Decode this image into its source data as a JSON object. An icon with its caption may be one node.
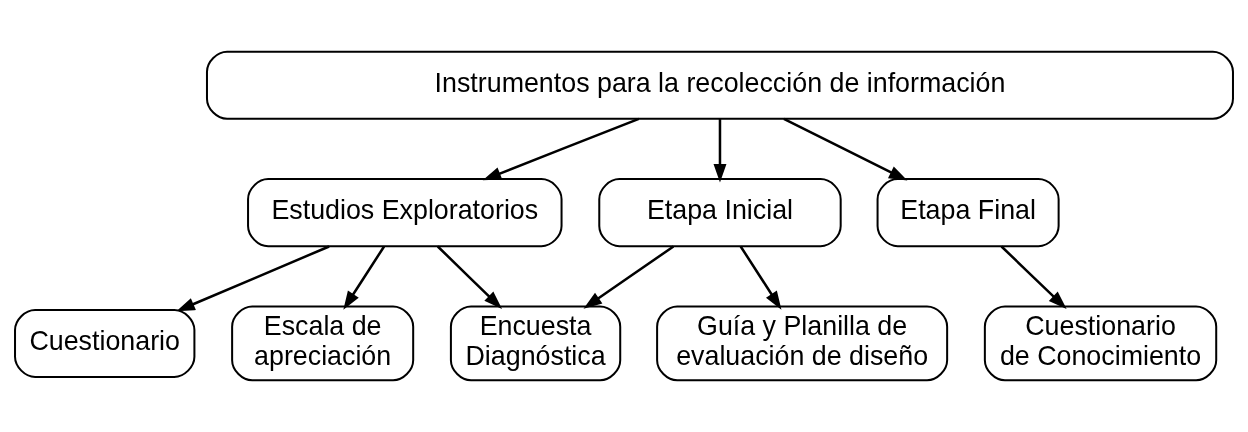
{
  "diagram": {
    "nodes": [
      {
        "text": [
          "Instrumentos para la recolección de información"
        ]
      },
      {
        "text": [
          "Estudios Exploratorios"
        ]
      },
      {
        "text": [
          "Etapa Inicial"
        ]
      },
      {
        "text": [
          "Etapa Final"
        ]
      },
      {
        "text": [
          "Cuestionario"
        ]
      },
      {
        "text": [
          "Escala de apreciación"
        ]
      },
      {
        "text": [
          "Encuesta Diagnóstica"
        ]
      },
      {
        "text": [
          "Guía y Planilla de evaluación de diseño"
        ]
      },
      {
        "text": [
          "Cuestionario de Conocimiento"
        ]
      }
    ],
    "edges": [
      {
        "from": 0,
        "to": 1,
        "arrow": "to"
      },
      {
        "from": 0,
        "to": 2,
        "arrow": "to"
      },
      {
        "from": 0,
        "to": 3,
        "arrow": "to"
      },
      {
        "from": 1,
        "to": 4,
        "arrow": "to"
      },
      {
        "from": 1,
        "to": 5,
        "arrow": "to"
      },
      {
        "from": 1,
        "to": 6,
        "arrow": "to"
      },
      {
        "from": 2,
        "to": 6,
        "arrow": "to"
      },
      {
        "from": 2,
        "to": 7,
        "arrow": "to"
      },
      {
        "from": 3,
        "to": 8,
        "arrow": "to"
      }
    ]
  }
}
